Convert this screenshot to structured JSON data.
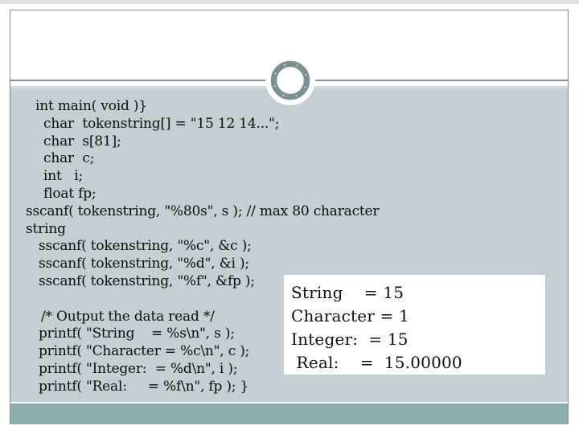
{
  "slide": {
    "code": {
      "lines": [
        "int main( void )}",
        "char  tokenstring[] = \"15 12 14...\";",
        "char  s[81];",
        "char  c;",
        "int   i;",
        "float fp;",
        "sscanf( tokenstring, \"%80s\", s ); // max 80 character",
        "string",
        "sscanf( tokenstring, \"%c\", &c );",
        "sscanf( tokenstring, \"%d\", &i );",
        "sscanf( tokenstring, \"%f\", &fp );",
        "",
        "/* Output the data read */",
        "printf( \"String    = %s\\n\", s );",
        "printf( \"Character = %c\\n\", c );",
        "printf( \"Integer:  = %d\\n\", i );",
        "printf( \"Real:     = %f\\n\", fp ); }"
      ]
    },
    "output_box": {
      "lines": [
        "String    = 15",
        "Character = 1",
        "Integer:  = 15",
        " Real:    =  15.00000"
      ]
    },
    "colors": {
      "content_bg": "#c5ced3",
      "accent_bar": "#8badab",
      "ring": "#7a9191",
      "divider": "#7f9294",
      "frame_border": "#7e8d8f",
      "top_strip": "#dde1e1",
      "text": "#0d0d0d"
    }
  }
}
